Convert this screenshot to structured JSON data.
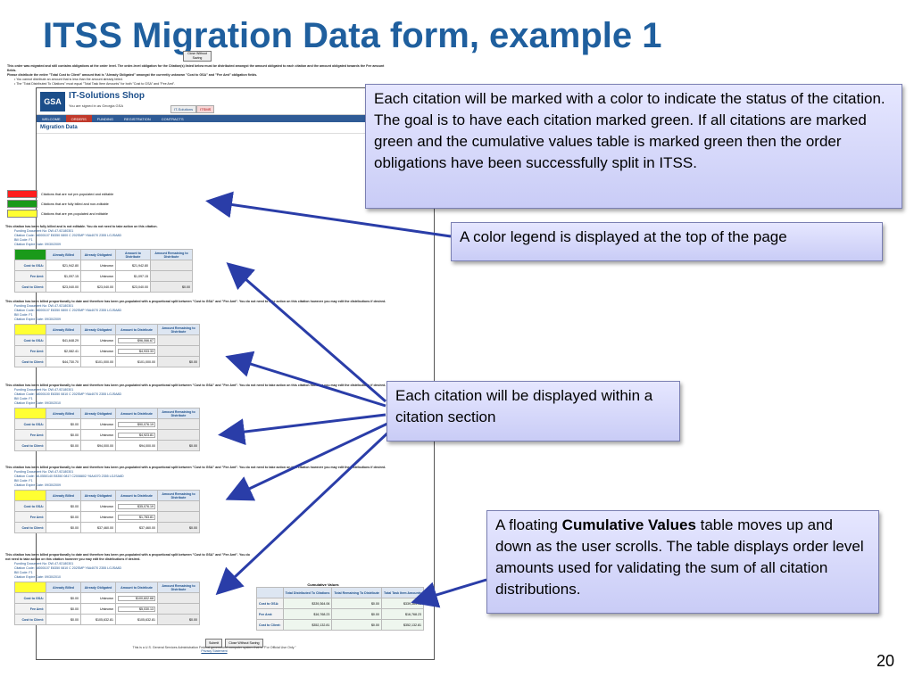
{
  "slide": {
    "title": "ITSS Migration Data form, example 1",
    "page_number": "20"
  },
  "app": {
    "logo_text": "GSA",
    "shop_name": "IT-Solutions Shop",
    "signed_in": "You are signed in as Georgia GSA",
    "header_tabs": [
      "IT-Solutions",
      "ITSMS"
    ],
    "header_links": "Guide Me • Site Help • Contact",
    "nav": [
      "WELCOME",
      "ORDERS",
      "FUNDING",
      "REGISTRATION",
      "CONTRACTS"
    ],
    "page_title": "Migration Data",
    "top_button": "Close Without Saving",
    "intro_1": "This order was migrated and still contains obligations at the order level. The order-level obligation for the Citation(s) listed below must be distributed amongst the amount obligated to each citation and the amount obligated towards the Fee amount fields.",
    "intro_2": "Please distribute the entire \"Total Cost to Client\" amount that is \"Already Obligated\" amongst the currently unknown \"Cost to GSA\" and \"Fee Amt\" obligation fields.",
    "bullet_1": "You cannot distribute an amount that is less than the amount already billed.",
    "bullet_2": "The \"Total Distributed To Citations\" must equal \"Total Task Item Amounts\" for both \"Cost to GSA\" and \"Fee Amt\".",
    "legend": [
      {
        "color": "#ff1e1e",
        "text": "Citations that are not pre-populated and editable"
      },
      {
        "color": "#1a9a1a",
        "text": "Citations that are fully billed and non-editable"
      },
      {
        "color": "#ffff33",
        "text": "Citations that are pre-populated and editable"
      }
    ]
  },
  "citations": [
    {
      "desc": "This citation has been fully billed and is not editable. You do not need to take action on this citation.",
      "doc": "Funding Document No: DW-47-92180301",
      "code": "Citation Code: 68000107 E8350 0800 C 202SMP Y6A4070 2355 LGJSA8D",
      "bill": "Bill Code: F1",
      "exp": "Citation Expire Date: 09/30/2009",
      "color": "#1a9a1a",
      "rows": [
        {
          "label": "Cost to GSA:",
          "billed": "$21,942.80",
          "oblig": "Unknown",
          "dist": "$21,942.80",
          "rem": ""
        },
        {
          "label": "Fee Amt:",
          "billed": "$1,097.15",
          "oblig": "Unknown",
          "dist": "$1,097.15",
          "rem": ""
        },
        {
          "label": "Cost to Client:",
          "billed": "$23,040.00",
          "oblig": "$23,040.00",
          "dist": "$23,040.00",
          "rem": "$0.00"
        }
      ]
    },
    {
      "desc": "This citation has been billed proportionally to date and therefore has been pre-populated with a proportional split between \"Cost to GSA\" and \"Fee Amt\". You do not need to take action on this citation however you may edit the distributions if desired.",
      "doc": "Funding Document No: DW-47-92180301",
      "code": "Citation Code: 68000107 E8350 0800 C 202SMP Y6A4070 2355 LGJSA8D",
      "bill": "Bill Code: F1",
      "exp": "Citation Expire Date: 09/30/2009",
      "color": "#ffff33",
      "rows": [
        {
          "label": "Cost to GSA:",
          "billed": "$41,648.29",
          "oblig": "Unknown",
          "dist": "$96,066.67",
          "rem": ""
        },
        {
          "label": "Fee Amt:",
          "billed": "$2,082.41",
          "oblig": "Unknown",
          "dist": "$4,933.33",
          "rem": ""
        },
        {
          "label": "Cost to Client:",
          "billed": "$44,730.70",
          "oblig": "$101,000.00",
          "dist": "$101,000.00",
          "rem": "$0.00"
        }
      ]
    },
    {
      "desc": "This citation has been billed proportionally to date and therefore has been pre-populated with a proportional split between \"Cost to GSA\" and \"Fee Amt\". You do not need to take action on this citation however you may edit the distributions if desired.",
      "doc": "Funding Document No: DW-47-92180301",
      "code": "Citation Code: 68000100 E8350 0810 C 202SMP Y6A4070 2355 LGJSA8D",
      "bill": "Bill Code: F1",
      "exp": "Citation Expire Date: 09/30/2010",
      "color": "#ffff33",
      "rows": [
        {
          "label": "Cost to GSA:",
          "billed": "$0.00",
          "oblig": "Unknown",
          "dist": "$90,076.19",
          "rem": ""
        },
        {
          "label": "Fee Amt:",
          "billed": "$0.00",
          "oblig": "Unknown",
          "dist": "$4,923.81",
          "rem": ""
        },
        {
          "label": "Cost to Client:",
          "billed": "$0.00",
          "oblig": "$94,000.00",
          "dist": "$94,000.00",
          "rem": "$0.00"
        }
      ]
    },
    {
      "desc": "This citation has been billed proportionally to date and therefore has been pre-populated with a proportional split between \"Cost to GSA\" and \"Fee Amt\". You do not need to take action on this citation however you may edit the distributions if desired.",
      "doc": "Funding Document No: DW-47-92180301",
      "code": "Citation Code: 68-0550140 E8350 0817 C2008802 Y6A4070 2355 LGJSA8D",
      "bill": "Bill Code: F1",
      "exp": "Citation Expire Date: 09/30/2009",
      "color": "#ffff33",
      "rows": [
        {
          "label": "Cost to GSA:",
          "billed": "$0.00",
          "oblig": "Unknown",
          "dist": "$35,076.19",
          "rem": ""
        },
        {
          "label": "Fee Amt:",
          "billed": "$0.00",
          "oblig": "Unknown",
          "dist": "$1,783.81",
          "rem": ""
        },
        {
          "label": "Cost to Client:",
          "billed": "$0.00",
          "oblig": "$37,460.00",
          "dist": "$37,460.00",
          "rem": "$0.00"
        }
      ]
    },
    {
      "desc": "This citation has been billed proportionally to date and therefore has been pre-populated with a proportional split between \"Cost to GSA\" and \"Fee Amt\". You do not need to take action on this citation however you may edit the distributions if desired.",
      "doc": "Funding Document No: DW-47-92180301",
      "code": "Citation Code: 68000107 E8350 0810 C 202SMP Y6A4070 2355 LGJSA8D",
      "bill": "Bill Code: F1",
      "exp": "Citation Expire Date: 09/30/2010",
      "color": "#ffff33",
      "rows": [
        {
          "label": "Cost to GSA:",
          "billed": "$0.00",
          "oblig": "Unknown",
          "dist": "$100,602.68",
          "rem": ""
        },
        {
          "label": "Fee Amt:",
          "billed": "$0.00",
          "oblig": "Unknown",
          "dist": "$5,030.13",
          "rem": ""
        },
        {
          "label": "Cost to Client:",
          "billed": "$0.00",
          "oblig": "$105,632.81",
          "dist": "$105,632.81",
          "rem": "$0.00"
        }
      ]
    }
  ],
  "table_headers": [
    "Already Billed",
    "Already Obligated",
    "Amount to Distribute",
    "Amount Remaining to Distribute"
  ],
  "cumulative": {
    "title": "Cumulative Values",
    "headers": [
      "Total Distributed To Citations",
      "Total Remaining To Distribute",
      "Total Task Item Amounts"
    ],
    "rows": [
      {
        "label": "Cost to GSA:",
        "dist": "$339,364.06",
        "rem": "$0.00",
        "task": "$339,364.06"
      },
      {
        "label": "Fee Amt:",
        "dist": "$16,768.23",
        "rem": "$0.00",
        "task": "$16,768.23"
      },
      {
        "label": "Cost to Client:",
        "dist": "$352,132.81",
        "rem": "$0.00",
        "task": "$352,132.81"
      }
    ]
  },
  "footer": {
    "submit": "Submit",
    "close": "Close Without Saving",
    "notice": "This is a U.S. General Services Administration Federal government computer system that is \"For Official Use Only.\"",
    "privacy": "Privacy Statement"
  },
  "callouts": {
    "status": "Each citation will be marked with a color to indicate the status of the citation.   The goal is to have each citation marked green. If all citations are marked green and the cumulative values table is marked green then the order obligations have been successfully split in ITSS.",
    "legend": "A color legend is displayed at the top of the page",
    "section": "Each citation will be displayed within a citation section",
    "cum_prefix": "A floating ",
    "cum_bold": "Cumulative Values",
    "cum_suffix": " table moves up and down as the user scrolls.  The table displays order level amounts used for validating the sum of all citation distributions."
  },
  "colors": {
    "title_blue": "#1f5f9e",
    "arrow_blue": "#2a3da8",
    "callout_fill": "#dcdefb"
  }
}
